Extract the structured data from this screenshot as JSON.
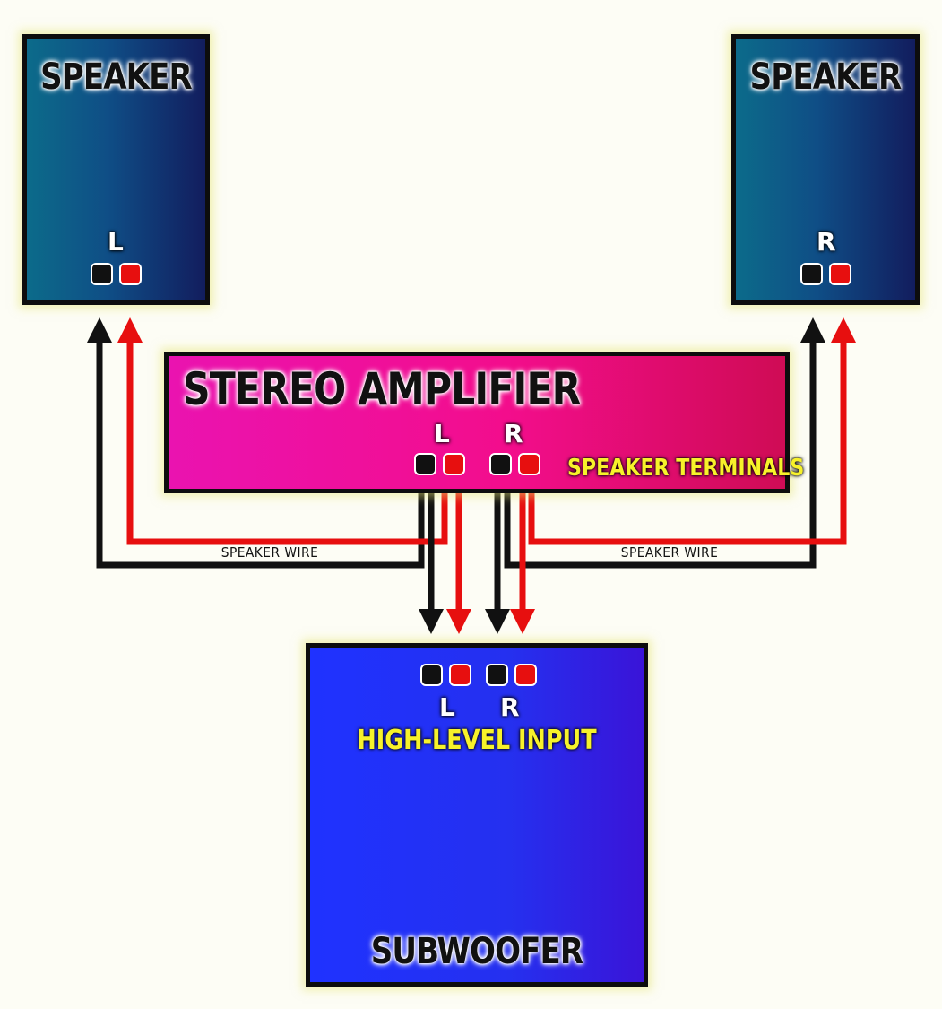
{
  "speaker_left": {
    "title": "SPEAKER",
    "channel": "L"
  },
  "speaker_right": {
    "title": "SPEAKER",
    "channel": "R"
  },
  "amplifier": {
    "title": "STEREO AMPLIFIER",
    "channel_left": "L",
    "channel_right": "R",
    "terminals_label": "SPEAKER TERMINALS"
  },
  "subwoofer": {
    "title": "SUBWOOFER",
    "channel_left": "L",
    "channel_right": "R",
    "input_label": "HIGH-LEVEL INPUT"
  },
  "wires": {
    "left_label": "SPEAKER WIRE",
    "right_label": "SPEAKER WIRE"
  },
  "colors": {
    "negative_wire": "#111111",
    "positive_wire": "#e70f0f",
    "speaker_fill": "#0f4e86",
    "amplifier_fill": "#f30d8c",
    "subwoofer_fill": "#2530ef",
    "label_yellow": "#f7f22a"
  }
}
